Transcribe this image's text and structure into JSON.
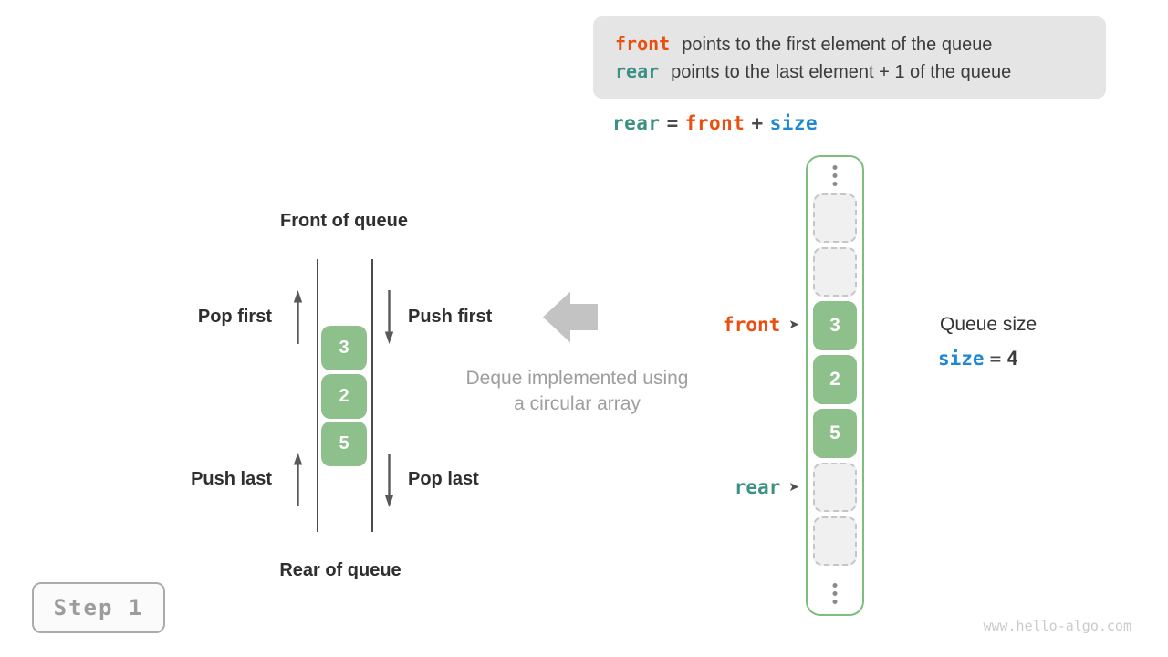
{
  "colors": {
    "orange": "#EB4F0F",
    "teal": "#3D9184",
    "blue": "#1E88D5",
    "cellgreen": "#8DC08A",
    "bordergreen": "#7DBD7D",
    "dark": "#3B3B3B",
    "graytext": "#9E9E9E",
    "boxbg": "#E5E5E5"
  },
  "info_box": {
    "line1": {
      "keyword": "front",
      "text": "points to the first element of the queue"
    },
    "line2": {
      "keyword": "rear",
      "text": "points to the last element + 1 of the queue"
    }
  },
  "formula": {
    "lhs": "rear",
    "eq": "=",
    "mid": "front",
    "plus": "+",
    "rhs": "size"
  },
  "left_diagram": {
    "front_of_queue": "Front of queue",
    "rear_of_queue": "Rear of queue",
    "pop_first": "Pop first",
    "push_first": "Push first",
    "push_last": "Push last",
    "pop_last": "Pop last",
    "cells": [
      "3",
      "2",
      "5"
    ]
  },
  "center_caption": {
    "line1": "Deque implemented using",
    "line2": "a circular array"
  },
  "circular_array": {
    "cells": [
      {
        "value": "",
        "state": "empty"
      },
      {
        "value": "",
        "state": "empty"
      },
      {
        "value": "3",
        "state": "filled"
      },
      {
        "value": "2",
        "state": "filled"
      },
      {
        "value": "5",
        "state": "filled"
      },
      {
        "value": "",
        "state": "empty"
      },
      {
        "value": "",
        "state": "empty"
      }
    ],
    "front_label": "front",
    "rear_label": "rear",
    "pointer_glyph": "➤"
  },
  "queue_size": {
    "title": "Queue size",
    "variable": "size",
    "eq": "=",
    "value": "4"
  },
  "step_badge": {
    "label": "Step 1"
  },
  "watermark": "www.hello-algo.com"
}
